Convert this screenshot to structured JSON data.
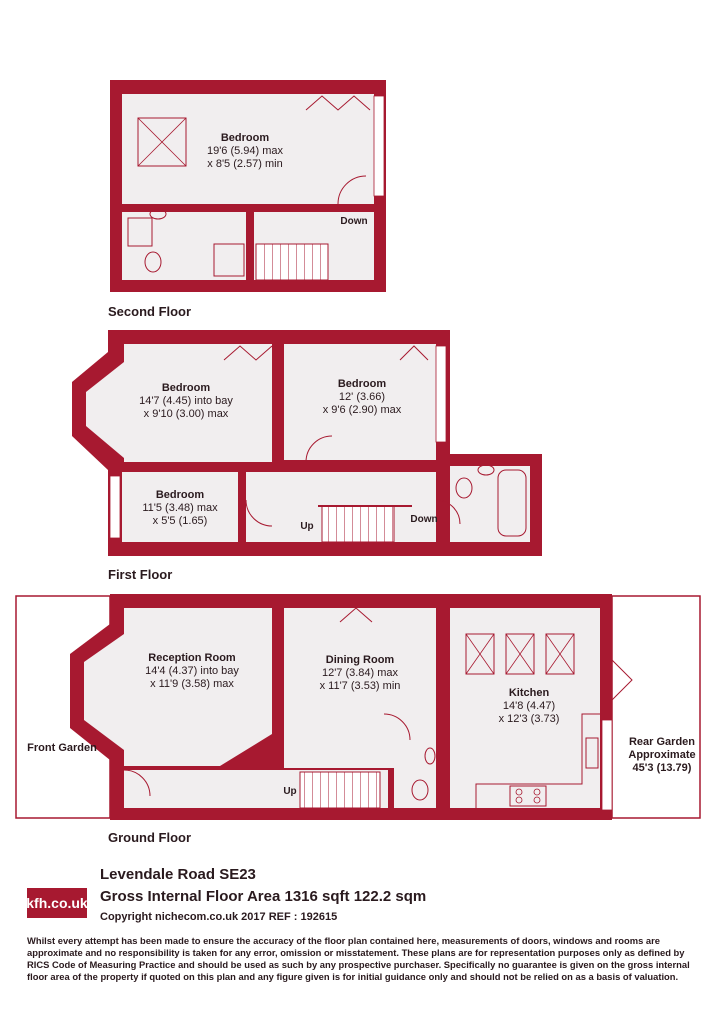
{
  "floors": {
    "second": {
      "label": "Second Floor",
      "rooms": [
        {
          "name": "Bedroom",
          "dim1": "19'6 (5.94) max",
          "dim2": "x 8'5 (2.57) min"
        }
      ],
      "stairs": [
        "Down"
      ]
    },
    "first": {
      "label": "First Floor",
      "rooms": [
        {
          "name": "Bedroom",
          "dim1": "14'7 (4.45) into bay",
          "dim2": "x 9'10 (3.00) max"
        },
        {
          "name": "Bedroom",
          "dim1": "12' (3.66)",
          "dim2": "x 9'6 (2.90) max"
        },
        {
          "name": "Bedroom",
          "dim1": "11'5 (3.48) max",
          "dim2": "x 5'5 (1.65)"
        }
      ],
      "stairs": [
        "Up",
        "Down"
      ]
    },
    "ground": {
      "label": "Ground Floor",
      "rooms": [
        {
          "name": "Reception Room",
          "dim1": "14'4 (4.37) into bay",
          "dim2": "x 11'9 (3.58) max"
        },
        {
          "name": "Dining Room",
          "dim1": "12'7 (3.84) max",
          "dim2": "x 11'7 (3.53) min"
        },
        {
          "name": "Kitchen",
          "dim1": "14'8 (4.47)",
          "dim2": "x 12'3 (3.73)"
        }
      ],
      "front_garden": "Front Garden",
      "rear_garden": [
        "Rear Garden",
        "Approximate",
        "45'3 (13.79)"
      ],
      "stairs": [
        "Up"
      ]
    }
  },
  "colors": {
    "wall": "#a71930",
    "floor": "#f1eeef",
    "text": "#2a1a1e"
  },
  "footer": {
    "logo": "kfh.co.uk",
    "address": "Levendale Road  SE23",
    "gross_area": "Gross Internal Floor Area 1316 sqft 122.2 sqm",
    "copyright": "Copyright nichecom.co.uk 2017   REF : 192615",
    "disclaimer": "Whilst every attempt has been made to ensure the accuracy of the floor plan contained here, measurements of doors, windows and rooms are approximate and no responsibility is taken for any error, omission or misstatement.  These plans are for representation purposes only as defined by RICS Code of Measuring Practice and should be used as such by any prospective purchaser.  Specifically no guarantee is given on the gross internal floor area of the property if quoted on this plan and any figure given is for initial guidance only and should not be relied on as a basis of valuation."
  }
}
